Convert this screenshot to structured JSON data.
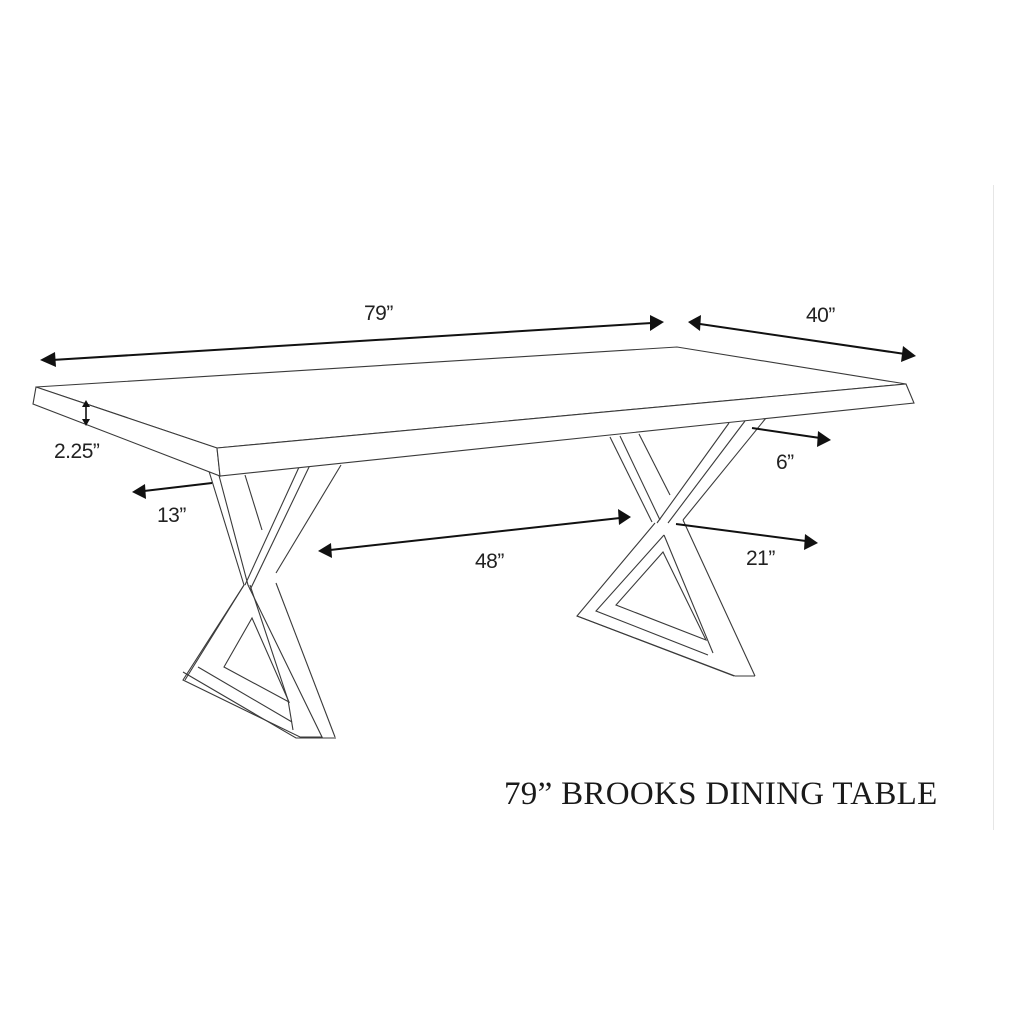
{
  "title": "79” BROOKS DINING TABLE",
  "dimensions": {
    "length": "79”",
    "width": "40”",
    "top_thickness": "2.25”",
    "leg_overhang_end": "13”",
    "leg_spacing": "48”",
    "leg_overhang_side": "6”",
    "leg_depth": "21”"
  },
  "colors": {
    "line": "#3a3a3a",
    "arrow": "#111111",
    "background": "#ffffff"
  }
}
